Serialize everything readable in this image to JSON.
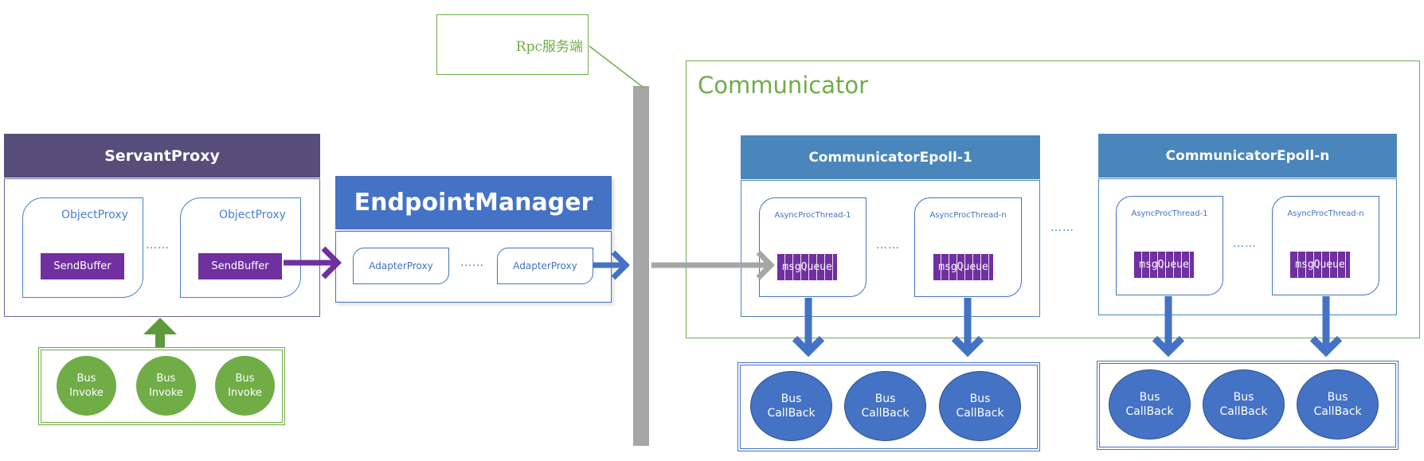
{
  "rpc_server": {
    "label": "Rpc服务端"
  },
  "servant_proxy": {
    "title": "ServantProxy",
    "object_proxies": [
      {
        "label": "ObjectProxy",
        "buffer": "SendBuffer"
      },
      {
        "label": "ObjectProxy",
        "buffer": "SendBuffer"
      }
    ],
    "ellipsis": "……"
  },
  "bus_invoke": {
    "circles": [
      {
        "line1": "Bus",
        "line2": "Invoke"
      },
      {
        "line1": "Bus",
        "line2": "Invoke"
      },
      {
        "line1": "Bus",
        "line2": "Invoke"
      }
    ]
  },
  "endpoint_manager": {
    "title": "EndpointManager",
    "adapters": [
      {
        "label": "AdapterProxy"
      },
      {
        "label": "AdapterProxy"
      }
    ],
    "ellipsis": "……"
  },
  "communicator": {
    "title": "Communicator",
    "ellipsis_between": "……",
    "epolls": [
      {
        "title": "CommunicatorEpoll-1",
        "threads": [
          {
            "label": "AsyncProcThread-1",
            "queue": "msgQueue"
          },
          {
            "label": "AsyncProcThread-n",
            "queue": "msgQueue"
          }
        ],
        "ellipsis": "……"
      },
      {
        "title": "CommunicatorEpoll-n",
        "threads": [
          {
            "label": "AsyncProcThread-1",
            "queue": "msgQueue"
          },
          {
            "label": "AsyncProcThread-n",
            "queue": "msgQueue"
          }
        ],
        "ellipsis": "……"
      }
    ]
  },
  "callbacks": [
    {
      "circles": [
        {
          "line1": "Bus",
          "line2": "CallBack"
        },
        {
          "line1": "Bus",
          "line2": "CallBack"
        },
        {
          "line1": "Bus",
          "line2": "CallBack"
        }
      ]
    },
    {
      "circles": [
        {
          "line1": "Bus",
          "line2": "CallBack"
        },
        {
          "line1": "Bus",
          "line2": "CallBack"
        },
        {
          "line1": "Bus",
          "line2": "CallBack"
        }
      ]
    }
  ],
  "colors": {
    "servant_header": "#564d7a",
    "purple": "#7030a0",
    "green": "#70ad47",
    "blue": "#4472c4",
    "epoll_header": "#4a86bc",
    "bar_gray": "#a6a6a6"
  }
}
